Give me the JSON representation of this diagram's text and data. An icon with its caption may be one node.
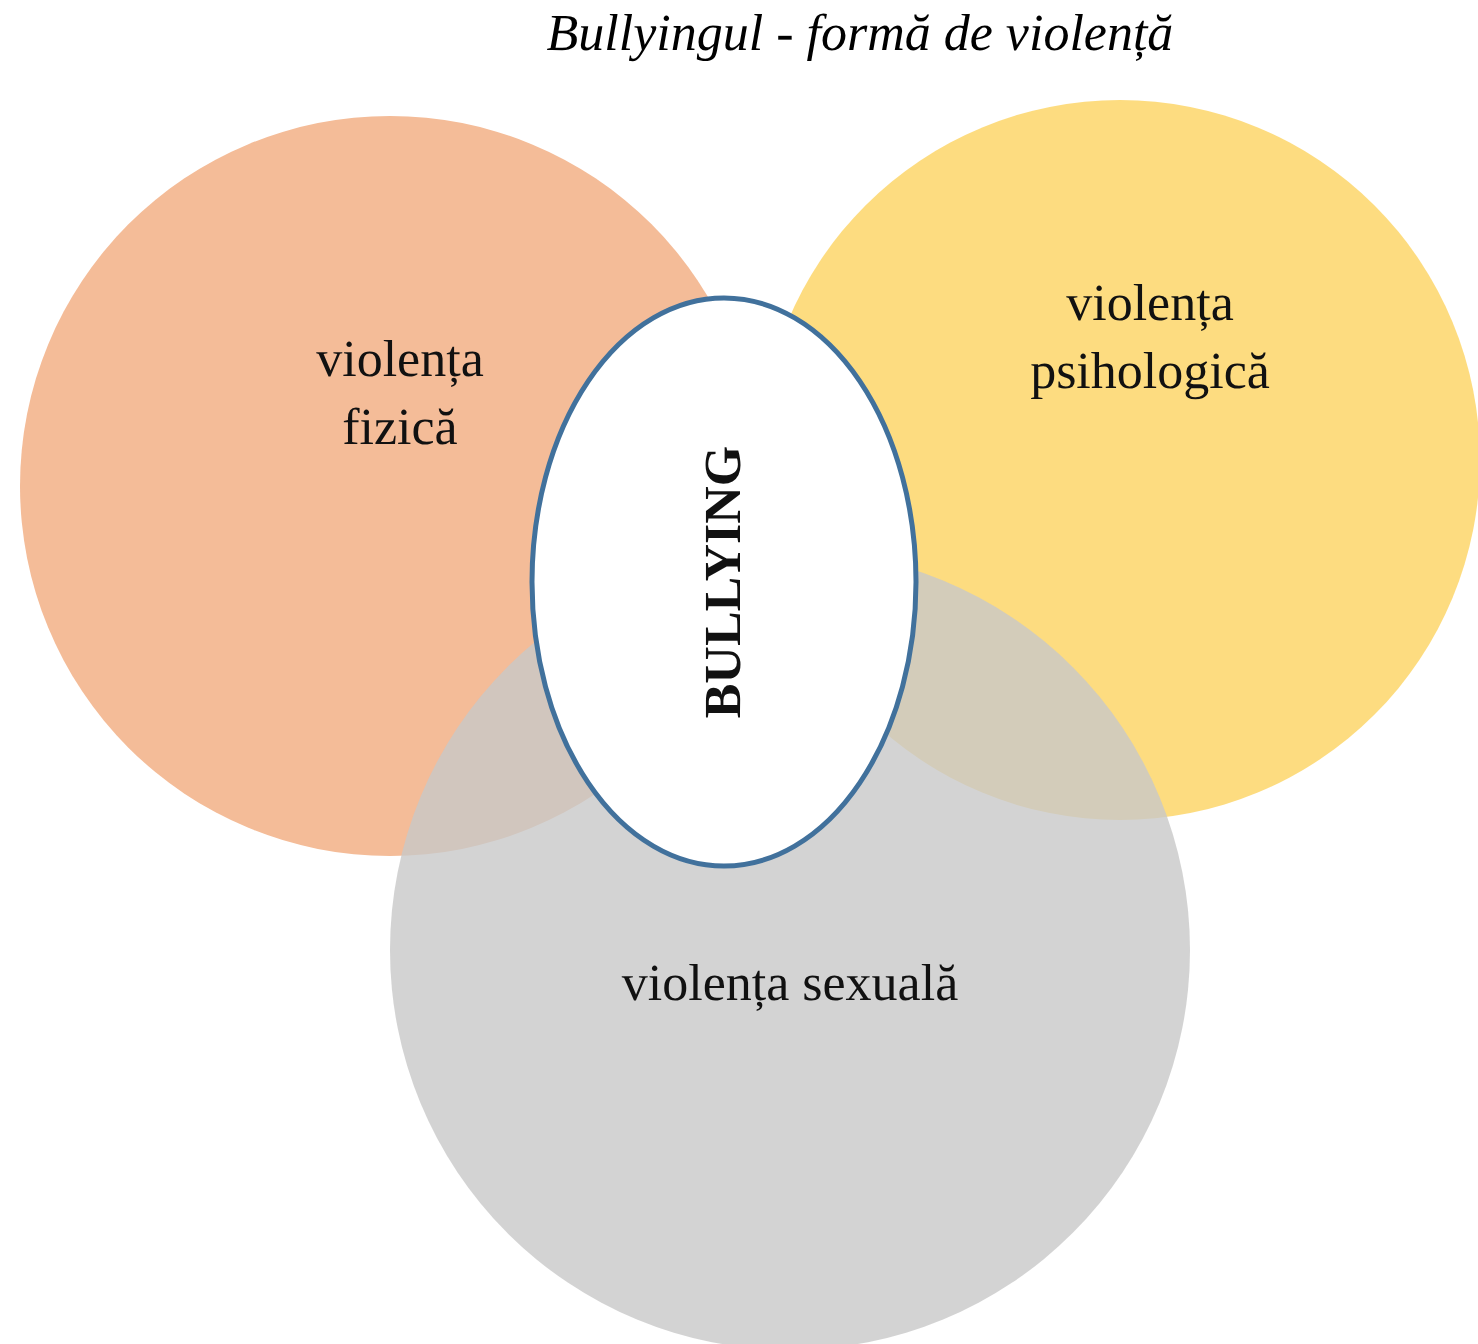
{
  "diagram": {
    "title": "Bullyingul - formă de violență",
    "nodes": [
      {
        "text": [
          "violența fizică"
        ]
      },
      {
        "text": [
          "violența psihologică"
        ]
      },
      {
        "text": [
          "violența sexuală"
        ]
      },
      {
        "text": [
          "BULLYING"
        ]
      }
    ],
    "edges": []
  }
}
